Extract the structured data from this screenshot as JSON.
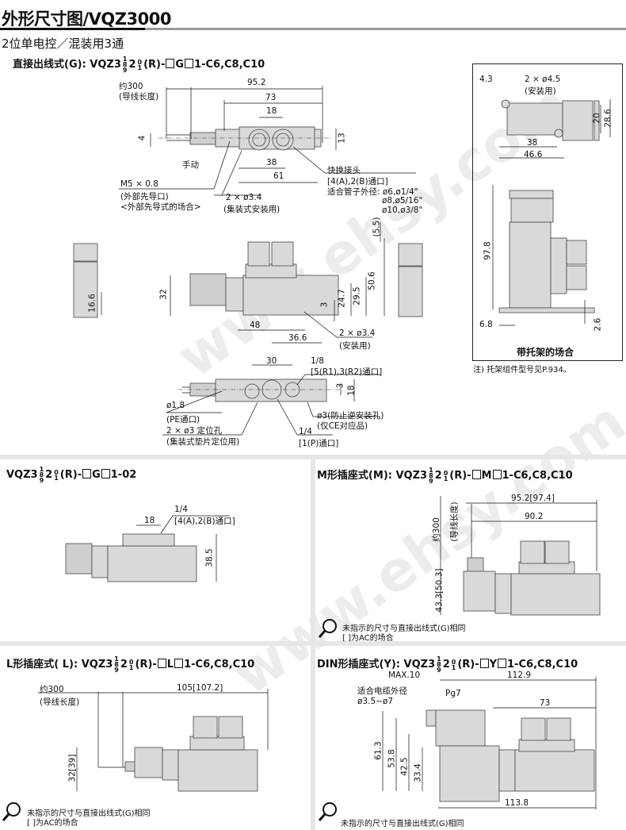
{
  "header": {
    "title": "外形尺寸图/VQZ3000",
    "subtitle": "2位单电控／混装用3通"
  },
  "sections": {
    "g_direct": {
      "prefix": "直接出线式(G): VQZ3",
      "frac_top": "1",
      "frac_mid": "8",
      "frac_bot": "9",
      "two": "2",
      "sub_top": "0",
      "sub_bot": "1",
      "suffix_a": "(R)-",
      "letter": "G",
      "suffix_b": "1-C6,C8,C10",
      "top_view": {
        "lead_length": "约300",
        "lead_length_note": "(导线长度)",
        "dim_95_2": "95.2",
        "dim_73": "73",
        "dim_18": "18",
        "dim_4": "4",
        "dim_13": "13",
        "dim_38": "38",
        "dim_61": "61",
        "manual": "手动",
        "m5": "M5 × 0.8",
        "m5_note1": "(外部先导口)",
        "m5_note2": "<外部先导式的场合>",
        "mount_holes": "2 × ø3.4",
        "mount_note": "(集装式安装用)",
        "fitting": "快换接头",
        "fitting_ports": "[4(A),2(B)通口]",
        "fitting_tube": "适合管子外径: ø6,ø1/4\"",
        "fitting_tube2": "ø8,ø5/16\"",
        "fitting_tube3": "ø10,ø3/8\""
      },
      "front_view": {
        "dim_5_5": "(5.5)",
        "dim_50_6": "50.6",
        "dim_29_5": "29.5",
        "dim_24_7": "24.7",
        "dim_3": "3",
        "dim_32": "32",
        "dim_16_6": "16.6",
        "dim_48": "48",
        "dim_36_6": "36.6",
        "holes": "2 × ø3.4",
        "holes_note": "(安装用)"
      },
      "bottom_view": {
        "dim_30": "30",
        "port_exh": "1/8",
        "port_exh_note": "[5(R1),3(R2)通口]",
        "dim_3": "3",
        "dim_18": "18",
        "pe": "ø1.8",
        "pe_note": "(PE通口)",
        "pins": "2 × ø3 定位孔",
        "pins_note": "(集装式垫片定位用)",
        "ce_hole": "ø3(防止逆安装孔)",
        "ce_note": "(仅CE对应品)",
        "p_port": "1/4",
        "p_port_note": "[1(P)通口]"
      }
    },
    "bracket": {
      "dim_4_3": "4.3",
      "holes": "2 × ø4.5",
      "holes_note": "(安装用)",
      "dim_20": "20",
      "dim_28_6": "28.6",
      "dim_38": "38",
      "dim_46_6": "46.6",
      "dim_97_8": "97.8",
      "dim_6_8": "6.8",
      "dim_2_6": "2.6",
      "caption": "带托架的场合",
      "footnote": "注) 托架组件型号见P.934。"
    },
    "g02": {
      "prefix": "VQZ3",
      "frac_top": "1",
      "frac_mid": "8",
      "frac_bot": "9",
      "two": "2",
      "sub_top": "0",
      "sub_bot": "1",
      "suffix_a": "(R)-",
      "letter": "G",
      "suffix_b": "1-02",
      "port": "1/4",
      "port_note": "[4(A),2(B)通口]",
      "dim_18": "18",
      "dim_38_5": "38.5"
    },
    "m_plug": {
      "prefix": "M形插座式(M): VQZ3",
      "frac_top": "1",
      "frac_mid": "8",
      "frac_bot": "9",
      "two": "2",
      "sub_top": "0",
      "sub_bot": "1",
      "suffix_a": "(R)-",
      "letter": "M",
      "suffix_b": "1-C6,C8,C10",
      "dim_95_2": "95.2[97.4]",
      "dim_90_2": "90.2",
      "lead": "约300",
      "lead_note": "(导线长度)",
      "dim_43_3": "43.3[50.3]",
      "note1": "未指示的尺寸与直接出线式(G)相同",
      "note2": "[  ]为AC的场合"
    },
    "l_plug": {
      "prefix": "L形插座式( L): VQZ3",
      "frac_top": "1",
      "frac_mid": "8",
      "frac_bot": "9",
      "two": "2",
      "sub_top": "0",
      "sub_bot": "1",
      "suffix_a": "(R)-",
      "letter": "L",
      "suffix_b": "1-C6,C8,C10",
      "lead": "约300",
      "lead_note": "(导线长度)",
      "dim_105": "105[107.2]",
      "dim_32": "32[39]",
      "note1": "未指示的尺寸与直接出线式(G)相同",
      "note2": "[  ]为AC的场合"
    },
    "din_plug": {
      "prefix": "DIN形插座式(Y): VQZ3",
      "frac_top": "1",
      "frac_mid": "8",
      "frac_bot": "9",
      "two": "2",
      "sub_top": "0",
      "sub_bot": "1",
      "suffix_a": "(R)-",
      "letter": "Y",
      "suffix_b": "1-C6,C8,C10",
      "max10": "MAX.10",
      "dim_112_9": "112.9",
      "cable": "适合电缆外径",
      "cable_range": "ø3.5~ø7",
      "pg7": "Pg7",
      "dim_73": "73",
      "dim_61_3": "61.3",
      "dim_53_8": "53.8",
      "dim_42_5": "42.5",
      "dim_33_4": "33.4",
      "dim_113_8": "113.8",
      "note1": "未指示的尺寸与直接出线式(G)相同"
    }
  },
  "watermark": "www.ehsy.com"
}
